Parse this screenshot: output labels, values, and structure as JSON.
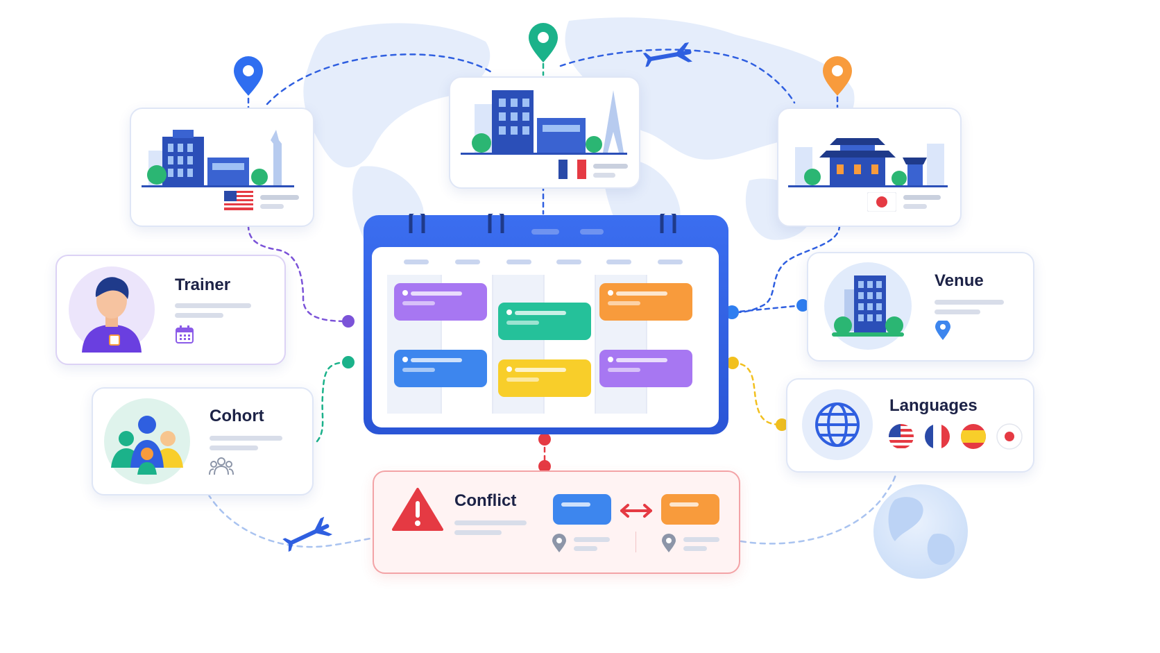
{
  "trainer": {
    "title": "Trainer"
  },
  "cohort": {
    "title": "Cohort"
  },
  "venue": {
    "title": "Venue"
  },
  "languages": {
    "title": "Languages"
  },
  "conflict": {
    "title": "Conflict"
  },
  "colors": {
    "primary_blue": "#2f5fe0",
    "purple": "#a777f2",
    "teal": "#25c19a",
    "orange": "#f89b3c",
    "blue": "#3d86ee",
    "yellow": "#f8ce2a",
    "red": "#e53a43"
  },
  "calendar_events": [
    {
      "color": "purple",
      "col": 0,
      "row": 0
    },
    {
      "color": "teal",
      "col": 1,
      "row": 0
    },
    {
      "color": "orange",
      "col": 2,
      "row": 0
    },
    {
      "color": "blue",
      "col": 0,
      "row": 1
    },
    {
      "color": "yellow",
      "col": 1,
      "row": 1
    },
    {
      "color": "purple",
      "col": 2,
      "row": 1
    }
  ],
  "location_flags": [
    "usa-flag",
    "france-flag",
    "japan-flag"
  ],
  "language_flags": [
    "usa-flag",
    "france-flag",
    "spain-flag",
    "japan-flag"
  ]
}
